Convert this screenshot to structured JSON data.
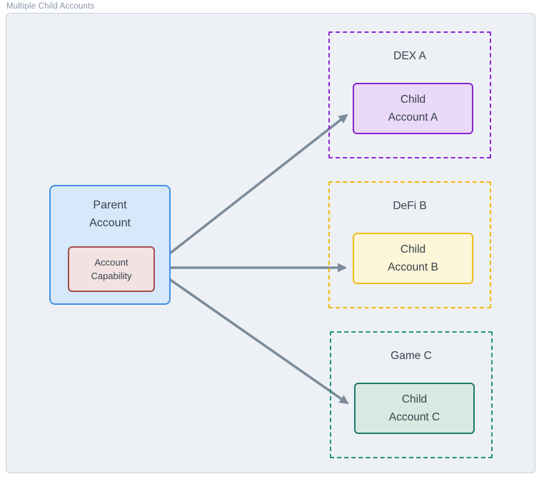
{
  "title": "Multiple Child Accounts",
  "parent": {
    "lines": [
      "Parent",
      "Account"
    ],
    "capability": {
      "lines": [
        "Account",
        "Capability"
      ]
    }
  },
  "zones": [
    {
      "label": "DEX A",
      "child": {
        "lines": [
          "Child",
          "Account A"
        ]
      }
    },
    {
      "label": "DeFi B",
      "child": {
        "lines": [
          "Child",
          "Account B"
        ]
      }
    },
    {
      "label": "Game C",
      "child": {
        "lines": [
          "Child",
          "Account C"
        ]
      }
    }
  ],
  "colors": {
    "canvas-bg": "#edf1f5",
    "canvas-border": "#c9cfd8",
    "title-text": "#8a95a3",
    "node-text": "#39424e",
    "parent-fill": "#d6e8f9",
    "parent-border": "#4390e2",
    "capability-fill": "#f2e3e2",
    "capability-border": "#a34e4e",
    "dex-border": "#8e24d8",
    "dex-child-fill": "#ead9f8",
    "dex-child-border": "#8b24cc",
    "defi-border": "#f2b70c",
    "defi-child-fill": "#fdf5d7",
    "defi-child-border": "#eebc1c",
    "game-border": "#23917e",
    "game-child-fill": "#d9e8e1",
    "game-child-border": "#1d7b6c",
    "arrow": "#7c8b9a"
  }
}
